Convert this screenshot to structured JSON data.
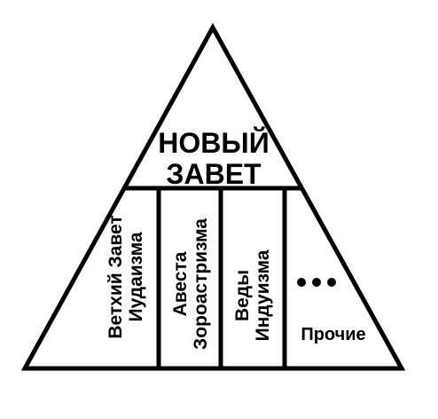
{
  "apex": {
    "line1": "НОВЫЙ",
    "line2": "ЗАВЕТ"
  },
  "columns": [
    {
      "line1": "Ветхий Завет",
      "line2": "Иудаизма"
    },
    {
      "line1": "Авеста",
      "line2": "Зороастризма"
    },
    {
      "line1": "Веды",
      "line2": "Индуизма"
    }
  ],
  "other": {
    "dots": "•••",
    "label": "Прочие"
  }
}
